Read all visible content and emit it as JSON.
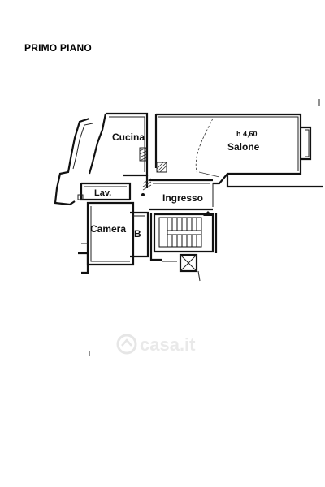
{
  "plan": {
    "title": "PRIMO PIANO",
    "rooms": {
      "cucina": "Cucina",
      "salone": "Salone",
      "salone_height": "h 4,60",
      "lavanderia": "Lav.",
      "ingresso": "Ingresso",
      "camera": "Camera",
      "bagno": "B"
    },
    "watermark": "casa.it"
  }
}
